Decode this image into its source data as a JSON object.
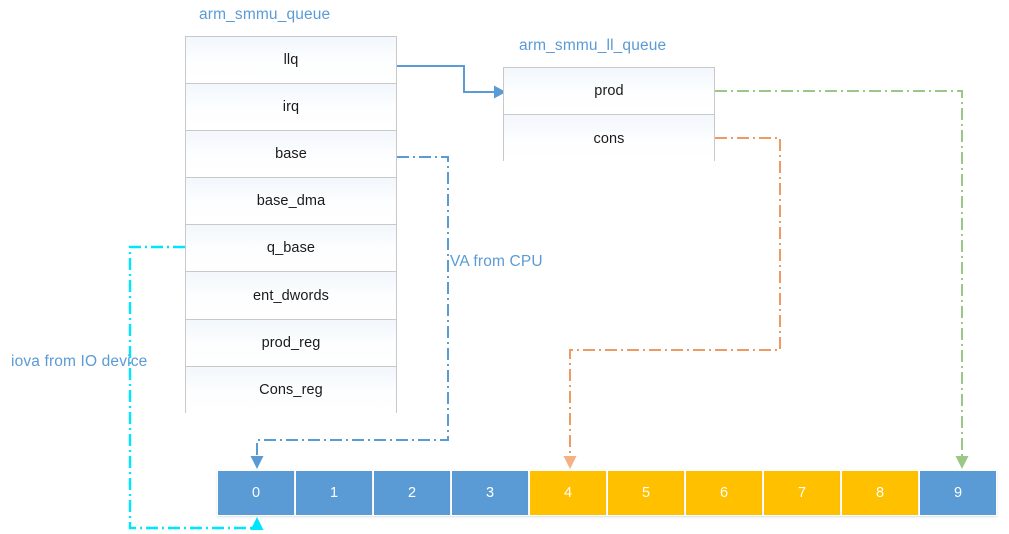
{
  "diagram": {
    "title_queue": "arm_smmu_queue",
    "title_llq": "arm_smmu_ll_queue",
    "label_va": "VA from CPU",
    "label_iova": "iova from IO device"
  },
  "queue_struct": {
    "name": "arm_smmu_queue",
    "fields": [
      {
        "label": "llq"
      },
      {
        "label": "irq"
      },
      {
        "label": "base"
      },
      {
        "label": "base_dma"
      },
      {
        "label": "q_base"
      },
      {
        "label": "ent_dwords"
      },
      {
        "label": "prod_reg"
      },
      {
        "label": "Cons_reg"
      }
    ]
  },
  "llq_struct": {
    "name": "arm_smmu_ll_queue",
    "fields": [
      {
        "label": "prod"
      },
      {
        "label": "cons"
      }
    ]
  },
  "array": {
    "cells": [
      {
        "index": "0",
        "color": "blue"
      },
      {
        "index": "1",
        "color": "blue"
      },
      {
        "index": "2",
        "color": "blue"
      },
      {
        "index": "3",
        "color": "blue"
      },
      {
        "index": "4",
        "color": "gold"
      },
      {
        "index": "5",
        "color": "gold"
      },
      {
        "index": "6",
        "color": "gold"
      },
      {
        "index": "7",
        "color": "gold"
      },
      {
        "index": "8",
        "color": "gold"
      },
      {
        "index": "9",
        "color": "blue"
      }
    ]
  },
  "connectors": [
    {
      "name": "llq-to-prod",
      "style": "solid",
      "color": "#5b9bd5",
      "from": "llq",
      "to": "prod"
    },
    {
      "name": "base-to-cell0",
      "style": "dashdot",
      "color": "#5b9bd5",
      "from": "base",
      "to": "cell-0-top"
    },
    {
      "name": "qbase-to-cell0",
      "style": "dashdot",
      "color": "#00e5ff",
      "from": "q_base",
      "to": "cell-0-bottom"
    },
    {
      "name": "cons-to-cell4",
      "style": "dashdot",
      "color": "#ed9b63",
      "from": "cons",
      "to": "cell-4-top"
    },
    {
      "name": "prod-to-cell9",
      "style": "dashdot",
      "color": "#9bc888",
      "from": "prod",
      "to": "cell-9-top"
    }
  ],
  "colors": {
    "accent_blue": "#5b9bd5",
    "cell_blue": "#5b9bd5",
    "cell_gold": "#ffc000",
    "cyan": "#00e5ff",
    "orange": "#ed9b63",
    "green": "#9bc888",
    "border_gray": "#c9c9c9"
  }
}
